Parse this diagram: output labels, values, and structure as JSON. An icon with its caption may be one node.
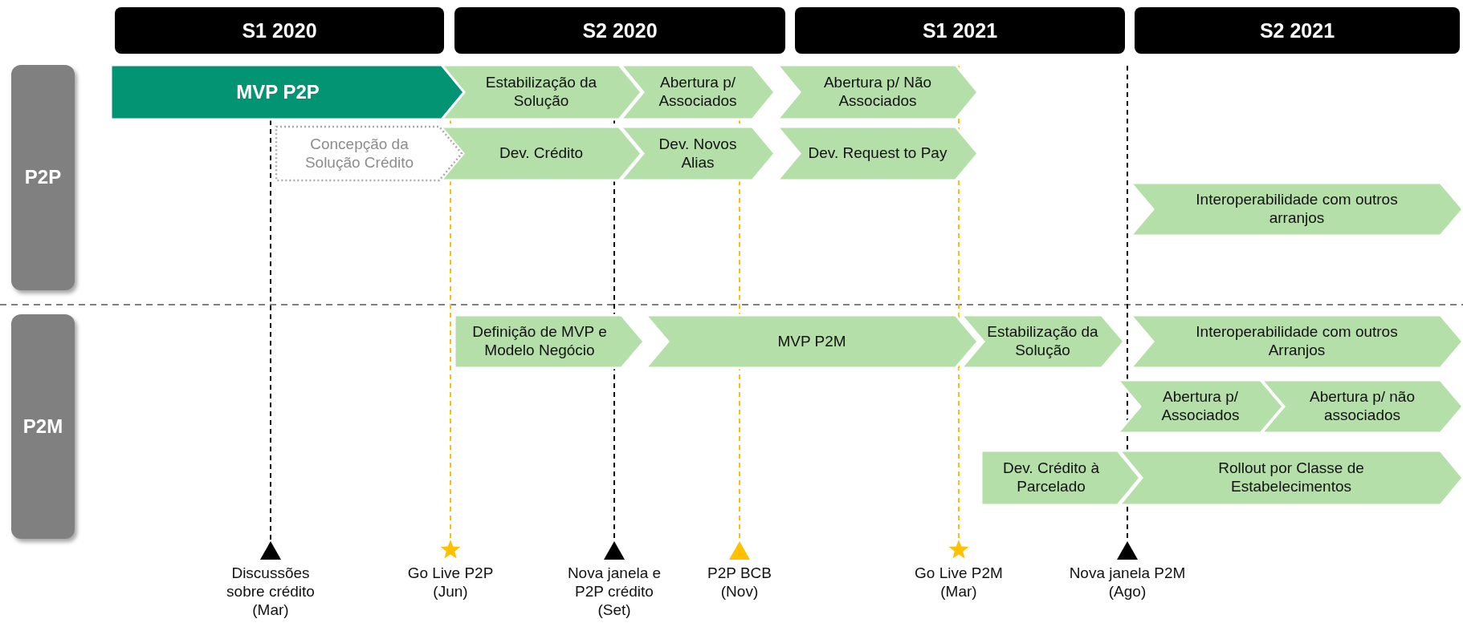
{
  "diagram": {
    "nodes": [
      {
        "text": [
          "S1 2020"
        ]
      },
      {
        "text": [
          "S2 2020"
        ]
      },
      {
        "text": [
          "S1 2021"
        ]
      },
      {
        "text": [
          "S2 2021"
        ]
      },
      {
        "text": [
          "P2P"
        ]
      },
      {
        "text": [
          "MVP P2P"
        ]
      },
      {
        "text": [
          "Estabilização da Solução"
        ]
      },
      {
        "text": [
          "Abertura p/ Associados"
        ]
      },
      {
        "text": [
          "Abertura p/ Não Associados"
        ]
      },
      {
        "text": [
          "Concepção da Solução Crédito"
        ]
      },
      {
        "text": [
          "Dev. Crédito"
        ]
      },
      {
        "text": [
          "Dev. Novos Alias"
        ]
      },
      {
        "text": [
          "Dev. Request to Pay"
        ]
      },
      {
        "text": [
          "Interoperabilidade com outros arranjos"
        ]
      },
      {
        "text": [
          "P2M"
        ]
      },
      {
        "text": [
          "Definição de MVP e Modelo Negócio"
        ]
      },
      {
        "text": [
          "MVP P2M"
        ]
      },
      {
        "text": [
          "Estabilização da Solução"
        ]
      },
      {
        "text": [
          "Interoperabilidade com outros Arranjos"
        ]
      },
      {
        "text": [
          "Abertura p/ Associados"
        ]
      },
      {
        "text": [
          "Abertura p/ não associados"
        ]
      },
      {
        "text": [
          "Dev. Crédito à Parcelado"
        ]
      },
      {
        "text": [
          "Rollout por Classe de Estabelecimentos"
        ]
      }
    ],
    "labels": [
      "Discussões sobre crédito (Mar)",
      "Go Live P2P (Jun)",
      "Nova janela e P2P crédito (Set)",
      "P2P BCB (Nov)",
      "Go Live P2M (Mar)",
      "Nova janela P2M (Ago)"
    ]
  }
}
